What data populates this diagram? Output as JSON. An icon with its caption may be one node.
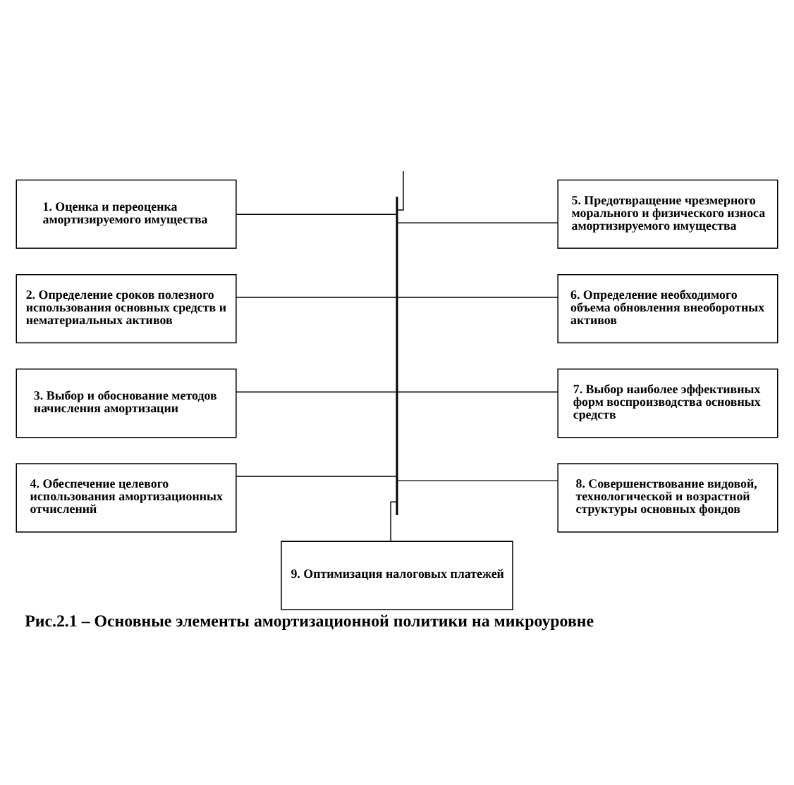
{
  "diagram": {
    "caption": "Рис.2.1 – Основные элементы амортизационной политики на микроуровне",
    "nodes": [
      {
        "text": [
          "1. Оценка и переоценка амортизируемого имущества"
        ]
      },
      {
        "text": [
          "2. Определение сроков полезного использования основных средств и нематериальных активов"
        ]
      },
      {
        "text": [
          "3. Выбор и обоснование методов начисления амортизации"
        ]
      },
      {
        "text": [
          "4. Обеспечение целевого использования амортизационных отчислений"
        ]
      },
      {
        "text": [
          "5. Предотвращение чрезмерного морального и физического износа амортизируемого имущества"
        ]
      },
      {
        "text": [
          "6. Определение необходимого объема обновления внеоборотных активов"
        ]
      },
      {
        "text": [
          "7. Выбор наиболее эффективных форм воспроизводства основных средств"
        ]
      },
      {
        "text": [
          "8. Совершенствование видовой, технологической и возрастной структуры основных фондов"
        ]
      },
      {
        "text": [
          "9. Оптимизация налоговых платежей"
        ]
      },
      {
        "text": [],
        "shape": "bar"
      }
    ],
    "edges": [
      {
        "from": null,
        "to": 9,
        "arrow": "none"
      },
      {
        "from": 9,
        "to": 0,
        "arrow": "none"
      },
      {
        "from": 9,
        "to": 1,
        "arrow": "none"
      },
      {
        "from": 9,
        "to": 2,
        "arrow": "none"
      },
      {
        "from": 9,
        "to": 3,
        "arrow": "none"
      },
      {
        "from": 9,
        "to": 4,
        "arrow": "none"
      },
      {
        "from": 9,
        "to": 5,
        "arrow": "none"
      },
      {
        "from": 9,
        "to": 6,
        "arrow": "none"
      },
      {
        "from": 9,
        "to": 7,
        "arrow": "none"
      },
      {
        "from": 9,
        "to": 8,
        "arrow": "none"
      }
    ]
  }
}
